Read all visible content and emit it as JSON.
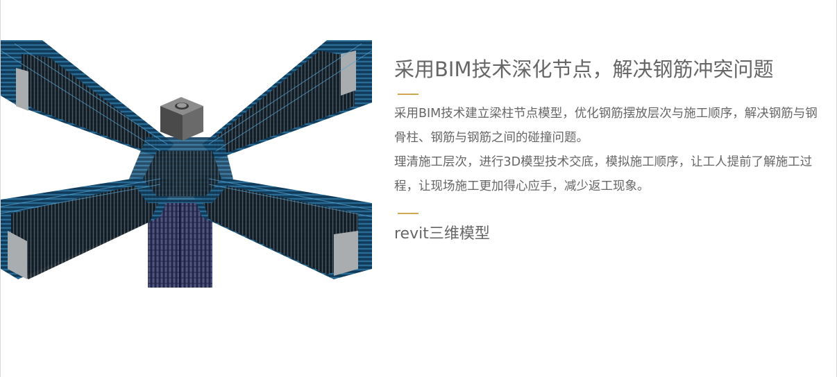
{
  "figure": {
    "icon": "bim-rebar-joint-3d-model-image"
  },
  "content": {
    "title": "采用BIM技术深化节点，解决钢筋冲突问题",
    "paragraphs": [
      "采用BIM技术建立梁柱节点模型，优化钢筋摆放层次与施工顺序，解决钢筋与钢骨柱、钢筋与钢筋之间的碰撞问题。",
      "理清施工层次，进行3D模型技术交底，模拟施工顺序，让工人提前了解施工过程，让现场施工更加得心应手，减少返工现象。"
    ],
    "caption": "revit三维模型"
  },
  "colors": {
    "accent": "#cfa84f",
    "text": "#666666",
    "rebar": "#1d5a80",
    "steel": "#3a3a3a"
  }
}
